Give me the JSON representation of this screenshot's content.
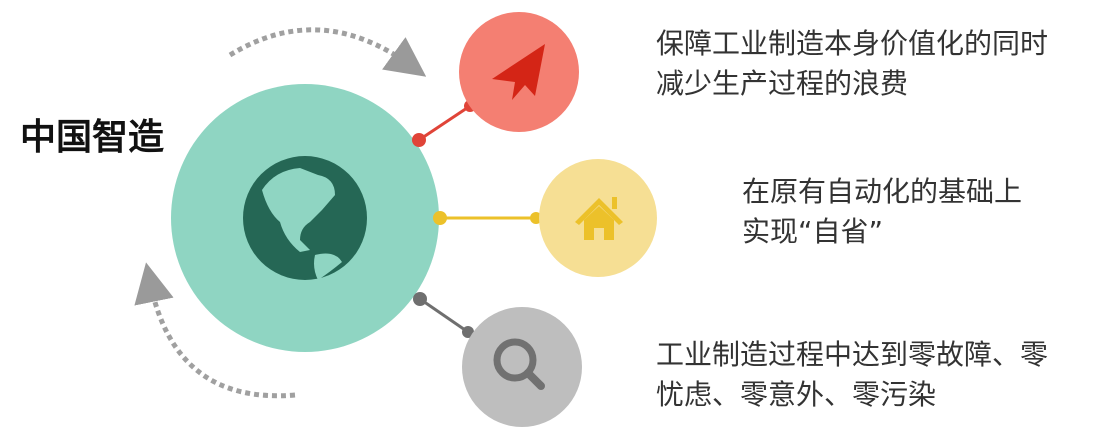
{
  "title": "中国智造",
  "items": [
    {
      "icon": "paper-plane-icon",
      "color": "#f47f72",
      "lines": [
        "保障工业制造本身价值化的同时",
        "减少生产过程的浪费"
      ]
    },
    {
      "icon": "home-icon",
      "color": "#f6df94",
      "lines": [
        "在原有自动化的基础上",
        "实现“自省”"
      ]
    },
    {
      "icon": "search-icon",
      "color": "#bebebe",
      "lines": [
        "工业制造过程中达到零故障、零",
        "忧虑、零意外、零污染"
      ]
    }
  ],
  "colors": {
    "main": "#8fd5c2",
    "globe": "#256755",
    "red": "#e04438",
    "yellow": "#ecc12a",
    "gray": "#6f6f6f"
  }
}
